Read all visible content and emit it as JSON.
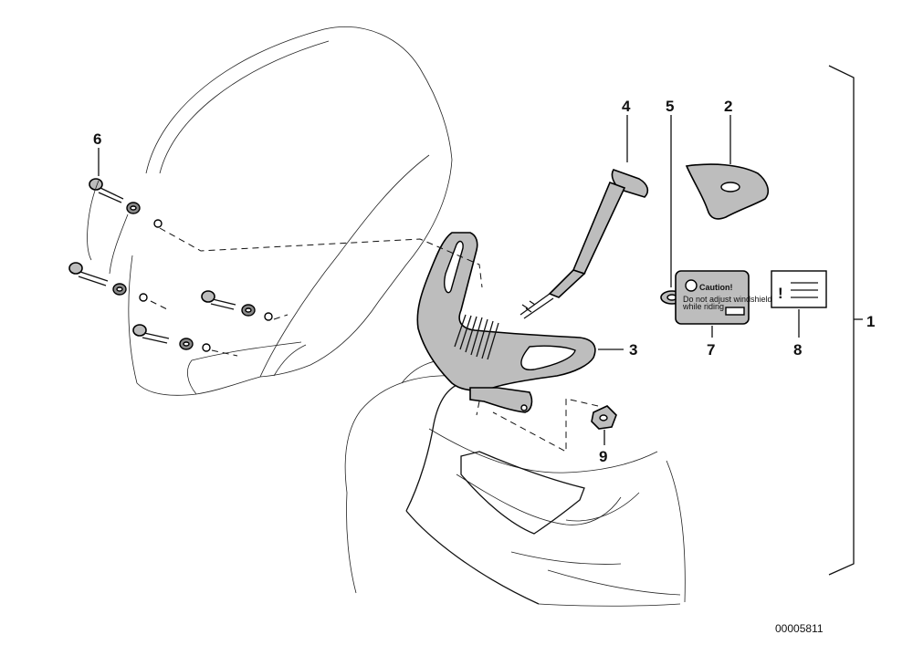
{
  "callouts": {
    "c1": "1",
    "c2": "2",
    "c3": "3",
    "c4": "4",
    "c5": "5",
    "c6": "6",
    "c7": "7",
    "c8": "8",
    "c9": "9"
  },
  "caution_label": {
    "title": "Caution!",
    "line1": "Do not adjust windshield",
    "line2": "while riding"
  },
  "info_label": {
    "mark": "!"
  },
  "document_number": "00005811"
}
